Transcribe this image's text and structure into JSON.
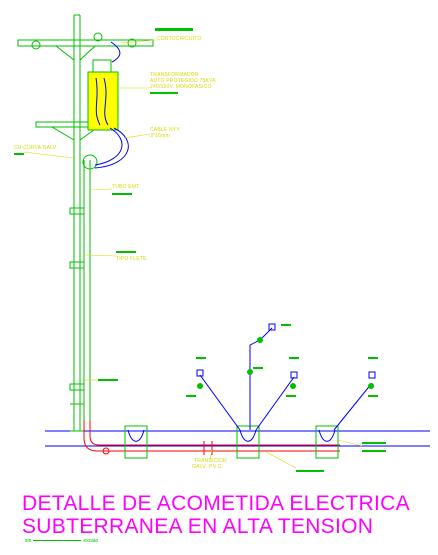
{
  "labels": {
    "cortocircuito": "CORTOCIRCUITO",
    "transformador_1": "TRANSFORMADOR",
    "transformador_2": "AUTO PROTEGIDO 75KVA",
    "transformador_3": "240/120V. MONOFASICO",
    "cable": "CABLE NYY",
    "cable_2": "3*16mm",
    "curva": "CU.CURVA GALV.",
    "tubo": "TUBO EMT",
    "tipo_flete": "TIPO FLETE",
    "transicion_1": "TRANSICION",
    "transicion_2": "GALV. P.V.C."
  },
  "title": {
    "line1": "DETALLE DE ACOMETIDA ELECTRICA",
    "line2": "SUBTERRANEA EN ALTA TENSION"
  },
  "scale": {
    "left": "sin",
    "right": "escala"
  },
  "colors": {
    "background": "#ffffff",
    "pole": "#00c000",
    "ground": "#0000ff",
    "conduit": "#ff0000",
    "transformer": "#ffff00",
    "title": "#ff00ff",
    "label_highlight": "#00c000",
    "annotation_text": "#d8d800"
  }
}
